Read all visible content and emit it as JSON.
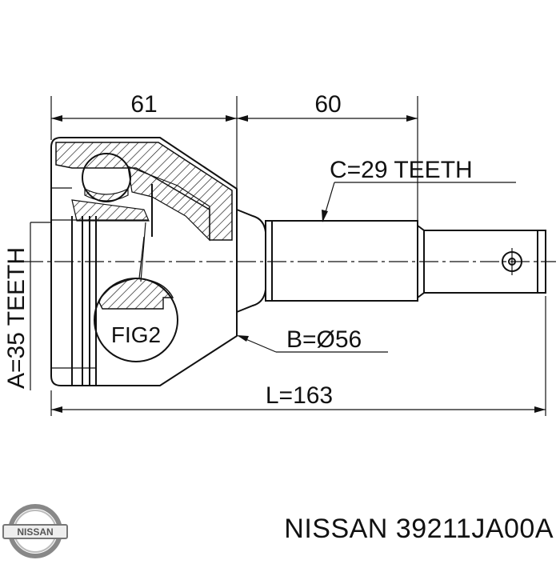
{
  "drawing": {
    "dimension_top_left": "61",
    "dimension_top_right": "60",
    "spline_c": "C=29 TEETH",
    "spline_a": "A=35 TEETH",
    "diameter_b": "B=Ø56",
    "length_l": "L=163",
    "detail_label": "FIG2"
  },
  "footer": {
    "brand": "NISSAN",
    "part_number": "NISSAN 39211JA00A"
  }
}
